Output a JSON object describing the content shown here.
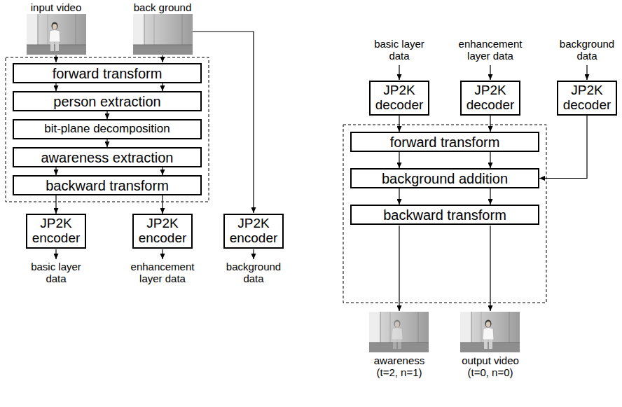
{
  "diagram": {
    "nodes": [
      {
        "text": [
          "forward transform"
        ]
      },
      {
        "text": [
          "person extraction"
        ]
      },
      {
        "text": [
          "bit-plane decomposition"
        ]
      },
      {
        "text": [
          "awareness extraction"
        ]
      },
      {
        "text": [
          "backward transform"
        ]
      },
      {
        "text": [
          "JP2K encoder"
        ]
      },
      {
        "text": [
          "JP2K encoder"
        ]
      },
      {
        "text": [
          "JP2K encoder"
        ]
      },
      {
        "text": [
          "JP2K decoder"
        ]
      },
      {
        "text": [
          "JP2K decoder"
        ]
      },
      {
        "text": [
          "JP2K decoder"
        ]
      },
      {
        "text": [
          "forward transform"
        ]
      },
      {
        "text": [
          "background addition"
        ]
      },
      {
        "text": [
          "backward transform"
        ]
      }
    ],
    "edges": [
      {
        "from": 0,
        "to": 1,
        "arrow": "to"
      },
      {
        "from": 0,
        "to": 1,
        "arrow": "to"
      },
      {
        "from": 1,
        "to": 2,
        "arrow": "to"
      },
      {
        "from": 2,
        "to": 3,
        "arrow": "to"
      },
      {
        "from": 3,
        "to": 4,
        "arrow": "to"
      },
      {
        "from": 3,
        "to": 4,
        "arrow": "to"
      },
      {
        "from": 4,
        "to": 5,
        "arrow": "to"
      },
      {
        "from": 4,
        "to": 6,
        "arrow": "to"
      },
      {
        "from": 8,
        "to": 11,
        "arrow": "to"
      },
      {
        "from": 9,
        "to": 11,
        "arrow": "to"
      },
      {
        "from": 11,
        "to": 12,
        "arrow": "to"
      },
      {
        "from": 11,
        "to": 12,
        "arrow": "to"
      },
      {
        "from": 10,
        "to": 12,
        "arrow": "to"
      },
      {
        "from": 12,
        "to": 13,
        "arrow": "to"
      },
      {
        "from": 12,
        "to": 13,
        "arrow": "to"
      }
    ],
    "labels": [
      "input video",
      "back ground",
      "basic layer data",
      "enhancement layer data",
      "background data",
      "basic layer data",
      "enhancement layer data",
      "background data",
      "awareness (t=2, n=1)",
      "output video (t=0, n=0)"
    ]
  }
}
